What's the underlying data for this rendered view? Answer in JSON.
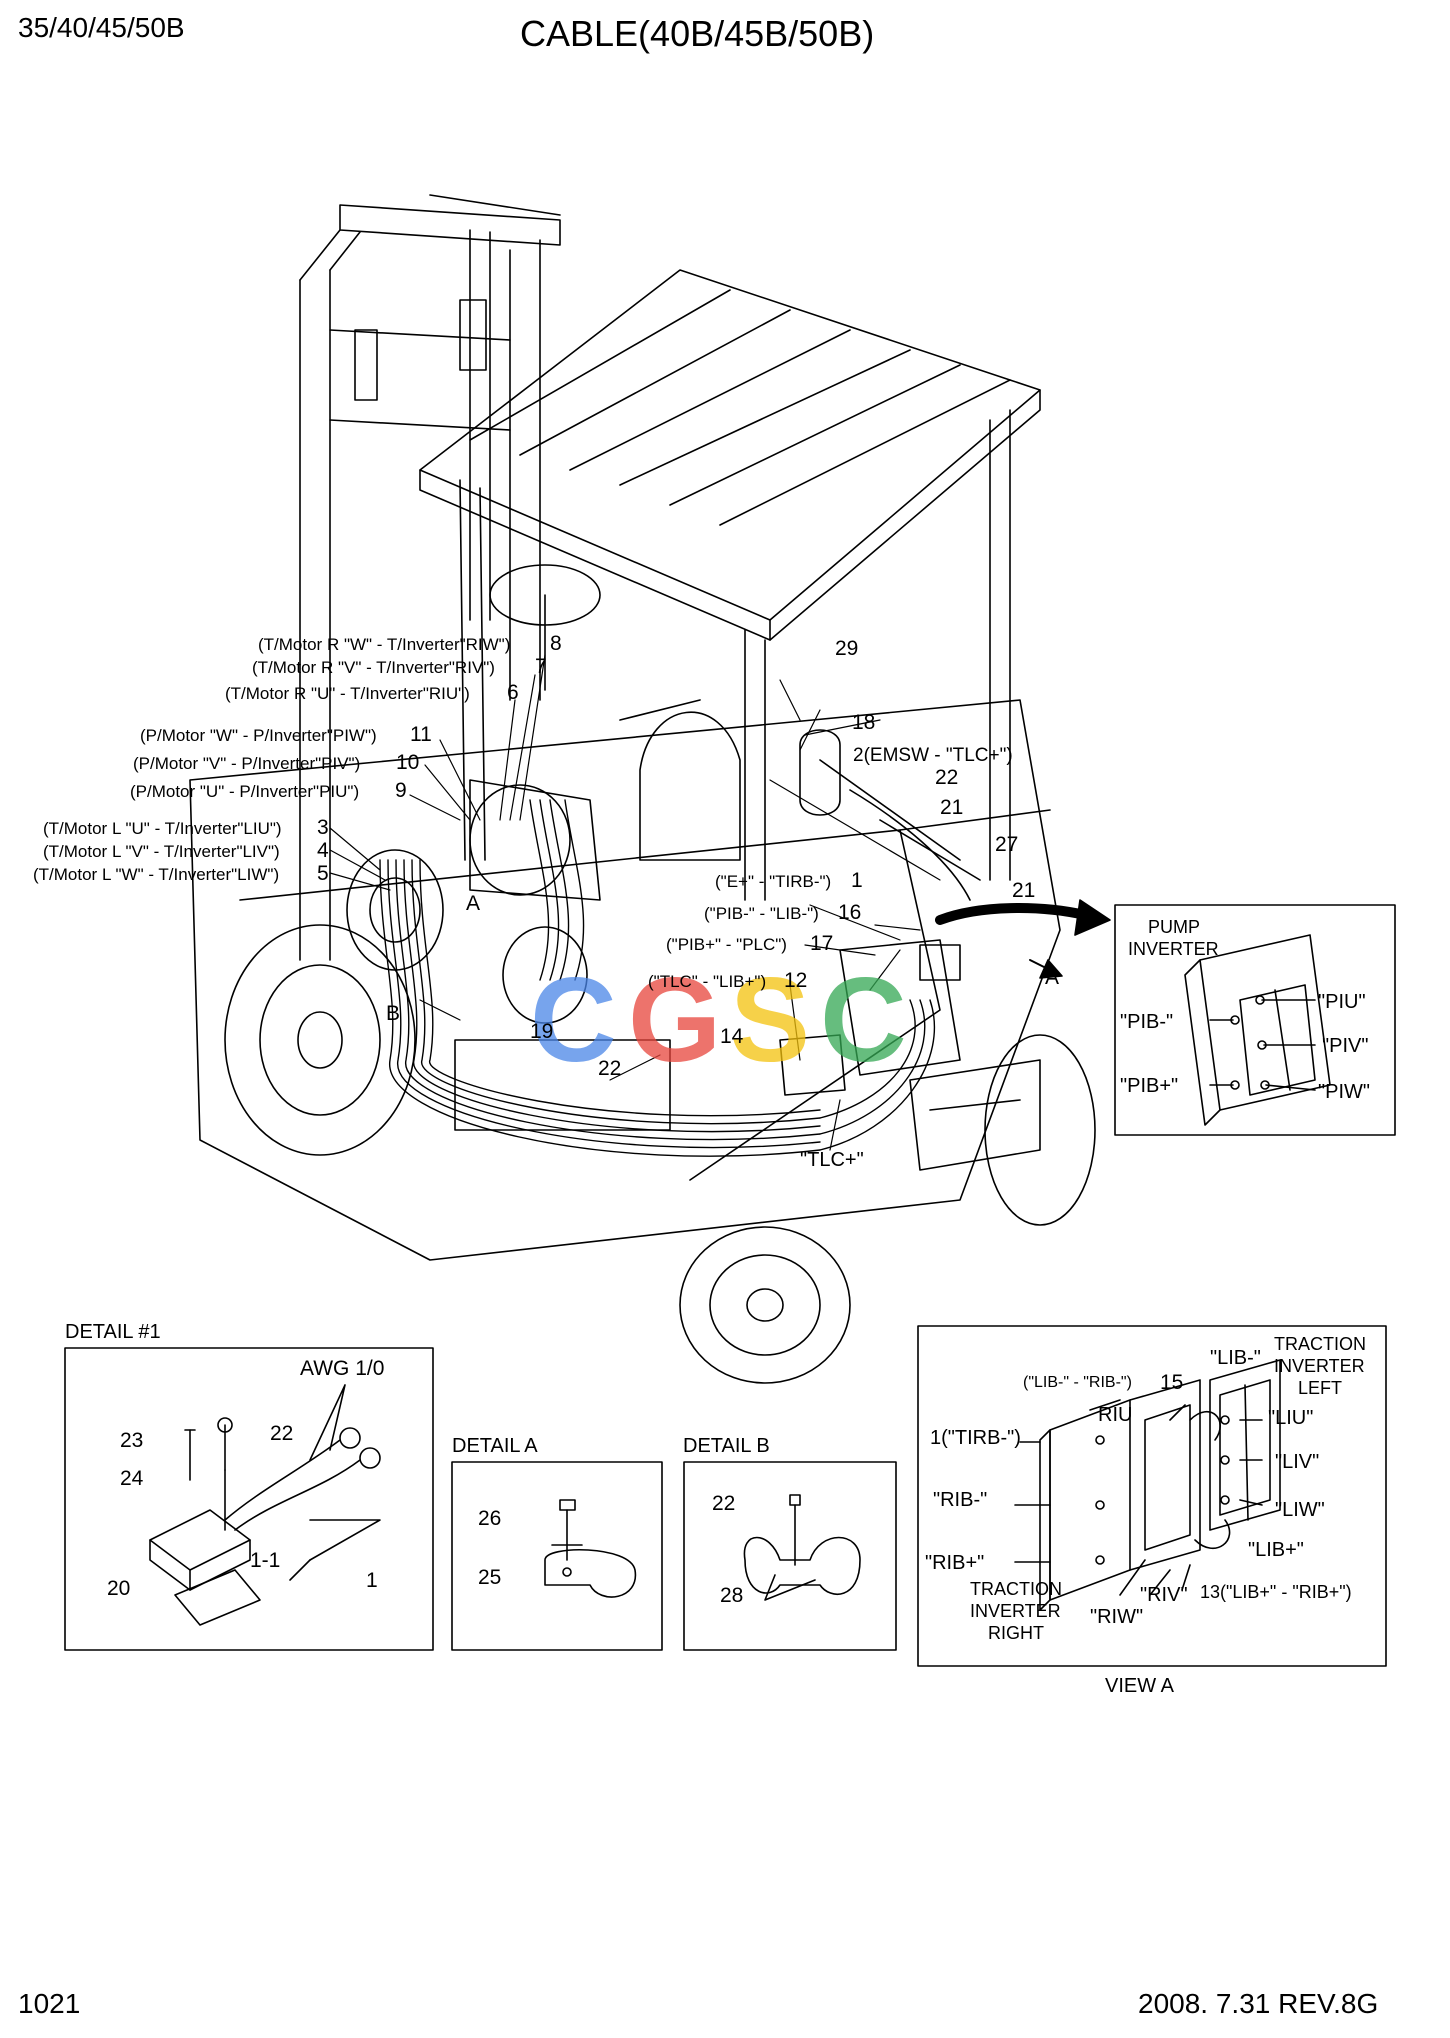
{
  "header": {
    "model": "35/40/45/50B",
    "title": "CABLE(40B/45B/50B)"
  },
  "footer": {
    "page": "1021",
    "revision": "2008. 7.31  REV.8G"
  },
  "callouts_left": [
    {
      "text": "(T/Motor R \"W\" - T/Inverter\"RIW\")",
      "num": "8"
    },
    {
      "text": "(T/Motor R \"V\" - T/Inverter\"RIV\")",
      "num": "7"
    },
    {
      "text": "(T/Motor R \"U\" - T/Inverter\"RIU\")",
      "num": "6"
    },
    {
      "text": "(P/Motor \"W\" - P/Inverter\"PIW\")",
      "num": "11"
    },
    {
      "text": "(P/Motor \"V\" - P/Inverter\"PIV\")",
      "num": "10"
    },
    {
      "text": "(P/Motor \"U\" - P/Inverter\"PIU\")",
      "num": "9"
    },
    {
      "text": "(T/Motor L \"U\" - T/Inverter\"LIU\")",
      "num": "3"
    },
    {
      "text": "(T/Motor L \"V\" - T/Inverter\"LIV\")",
      "num": "4"
    },
    {
      "text": "(T/Motor L \"W\" - T/Inverter\"LIW\")",
      "num": "5"
    }
  ],
  "callouts_center": [
    {
      "text": "(\"E+\" - \"TIRB-\")",
      "num": "1"
    },
    {
      "text": "(\"PIB-\" - \"LIB-\")",
      "num": "16"
    },
    {
      "text": "(\"PIB+\" - \"PLC\")",
      "num": "17"
    },
    {
      "text": "(\"TLC\" - \"LIB+\")",
      "num": "12"
    }
  ],
  "callouts_misc": {
    "n29": "29",
    "n18": "18",
    "emsw": "2(EMSW - \"TLC+\")",
    "n22a": "22",
    "n21a": "21",
    "n27": "27",
    "n21b": "21",
    "arrow_a": "A",
    "ref_a": "A",
    "ref_b": "B",
    "n19": "19",
    "n22b": "22",
    "n14": "14",
    "tlc_plus": "\"TLC+\""
  },
  "pump_inverter": {
    "title_line1": "PUMP",
    "title_line2": "INVERTER",
    "pib_minus": "\"PIB-\"",
    "pib_plus": "\"PIB+\"",
    "piu": "\"PIU\"",
    "piv": "\"PIV\"",
    "piw": "\"PIW\""
  },
  "detail1": {
    "title": "DETAIL #1",
    "awg": "AWG 1/0",
    "n23": "23",
    "n24": "24",
    "n22": "22",
    "n1_1": "1-1",
    "n1": "1",
    "n20": "20"
  },
  "detailA": {
    "title": "DETAIL A",
    "n26": "26",
    "n25": "25"
  },
  "detailB": {
    "title": "DETAIL B",
    "n22": "22",
    "n28": "28"
  },
  "viewA": {
    "title": "VIEW A",
    "traction_left_1": "TRACTION",
    "traction_left_2": "INVERTER",
    "traction_left_3": "LEFT",
    "lib_minus": "\"LIB-\"",
    "lib_rib": "(\"LIB-\" - \"RIB-\")",
    "n15": "15",
    "riu": "RIU",
    "tirb": "1(\"TIRB-\")",
    "liu": "\"LIU\"",
    "liv": "\"LIV\"",
    "liw": "\"LIW\"",
    "rib_minus": "\"RIB-\"",
    "lib_plus": "\"LIB+\"",
    "rib_plus": "\"RIB+\"",
    "riv": "\"RIV\"",
    "n13": "13(\"LIB+\" - \"RIB+\")",
    "traction_right_1": "TRACTION",
    "traction_right_2": "INVERTER",
    "traction_right_3": "RIGHT",
    "riw": "\"RIW\""
  },
  "watermark": {
    "letters": [
      "C",
      "G",
      "S",
      "C"
    ],
    "colors": [
      "#4a86e8",
      "#e8453c",
      "#f4c20d",
      "#34a853"
    ]
  }
}
